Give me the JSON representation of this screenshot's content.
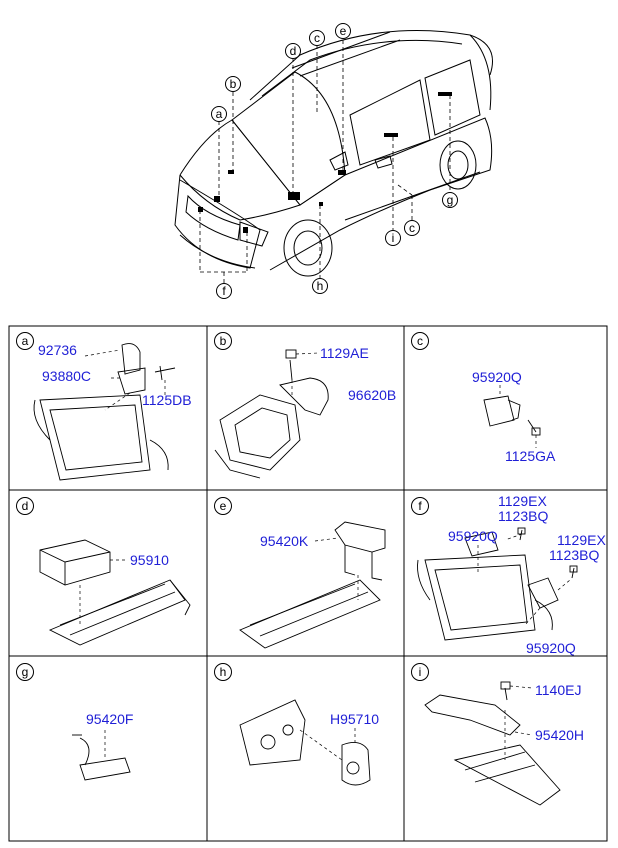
{
  "overview": {
    "callouts": [
      "a",
      "b",
      "c",
      "d",
      "e",
      "f",
      "g",
      "h",
      "i",
      "c"
    ]
  },
  "panels": [
    {
      "letter": "a",
      "parts": [
        "92736",
        "93880C",
        "1125DB"
      ]
    },
    {
      "letter": "b",
      "parts": [
        "1129AE",
        "96620B"
      ]
    },
    {
      "letter": "c",
      "parts": [
        "95920Q",
        "1125GA"
      ]
    },
    {
      "letter": "d",
      "parts": [
        "95910"
      ]
    },
    {
      "letter": "e",
      "parts": [
        "95420K"
      ]
    },
    {
      "letter": "f",
      "parts": [
        "1129EX",
        "1123BQ",
        "95920Q",
        "1129EX",
        "1123BQ",
        "95920Q"
      ]
    },
    {
      "letter": "g",
      "parts": [
        "95420F"
      ]
    },
    {
      "letter": "h",
      "parts": [
        "H95710"
      ]
    },
    {
      "letter": "i",
      "parts": [
        "1140EJ",
        "95420H"
      ]
    }
  ],
  "colors": {
    "label": "#1f1fd6",
    "line": "#000000"
  }
}
